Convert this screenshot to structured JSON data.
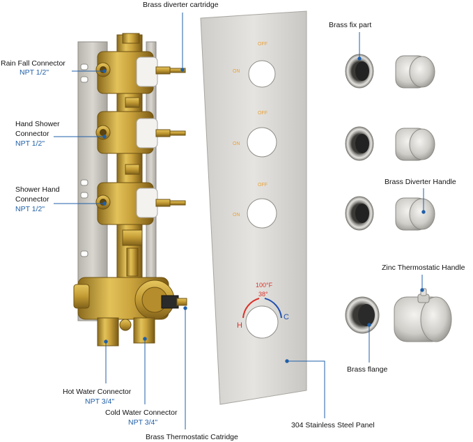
{
  "labels": {
    "brass_diverter_cartridge": "Brass diverter cartridge",
    "rain_fall_connector": "Rain Fall Connector",
    "rain_fall_npt": "NPT 1/2\"",
    "hand_shower_connector_line1": "Hand Shower",
    "hand_shower_connector_line2": "Connector",
    "hand_shower_npt": "NPT 1/2\"",
    "shower_hand_connector_line1": "Shower Hand",
    "shower_hand_connector_line2": "Connector",
    "shower_hand_npt": "NPT 1/2\"",
    "hot_water_connector": "Hot Water Connector",
    "hot_water_npt": "NPT 3/4\"",
    "cold_water_connector": "Cold Water Connector",
    "cold_water_npt": "NPT 3/4\"",
    "brass_thermostatic_cartridge": "Brass Thermostatic Catridge",
    "brass_fix_part": "Brass fix part",
    "brass_diverter_handle": "Brass Diverter Handle",
    "zinc_thermostatic_handle": "Zinc Thermostatic Handle",
    "brass_flange": "Brass flange",
    "stainless_steel_panel": "304 Stainless Steel Panel"
  },
  "panel": {
    "off_label": "OFF",
    "on_label": "ON",
    "temp_f": "100°F",
    "temp_c": "38°",
    "hot_mark": "H",
    "cold_mark": "C"
  },
  "colors": {
    "label_blue": "#1f5fa8",
    "brass": "#c9a23c",
    "panel_steel": "#d8d6d2",
    "hot_red": "#d9322b",
    "cold_blue": "#1f4fb0"
  }
}
